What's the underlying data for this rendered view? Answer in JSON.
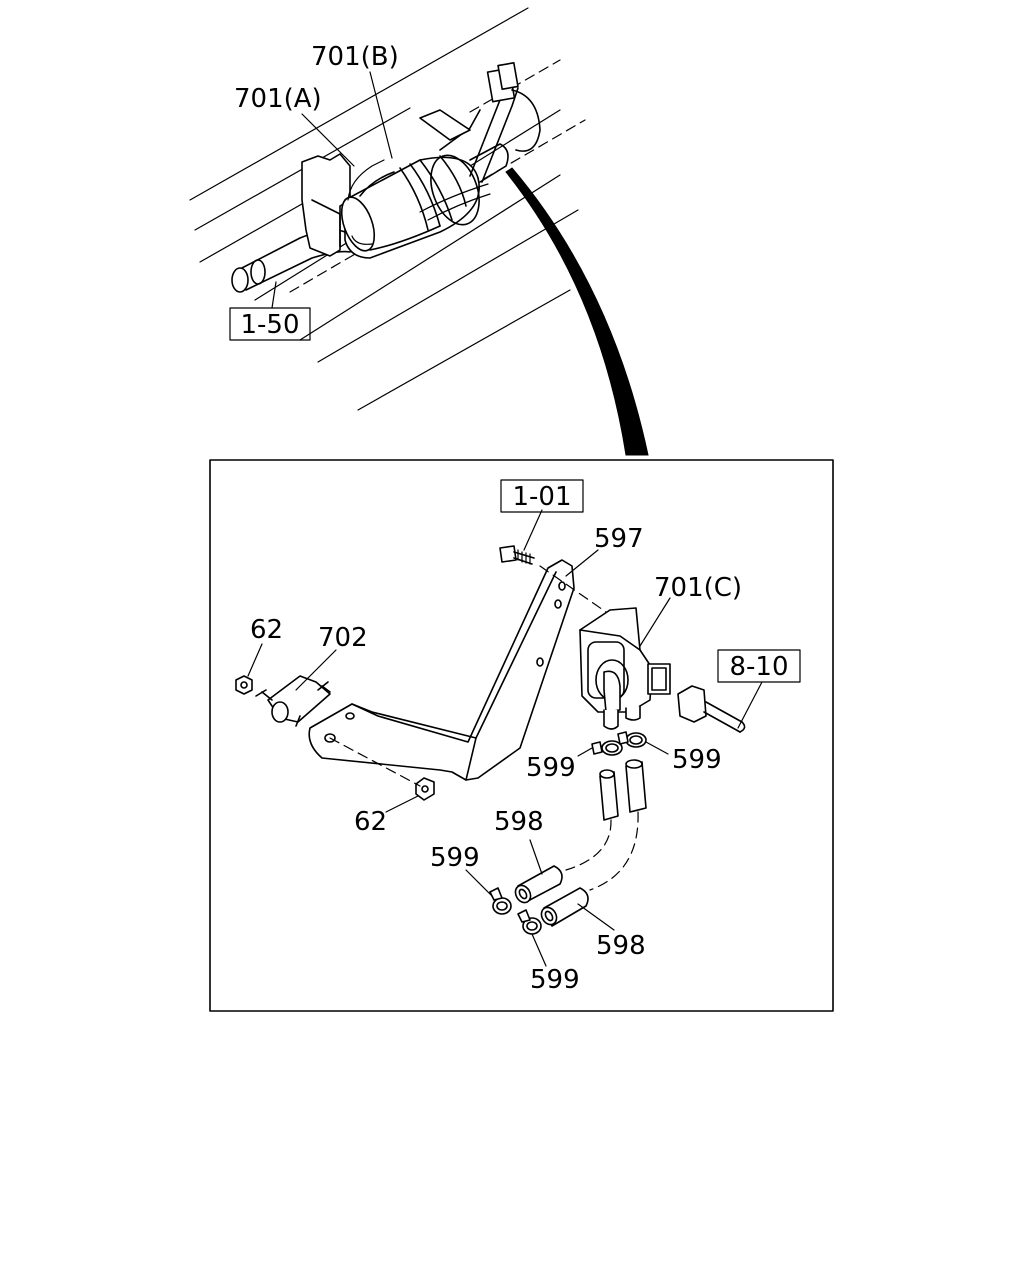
{
  "callouts": {
    "ref_1_50": "1-50",
    "ref_701a": "701(A)",
    "ref_701b": "701(B)",
    "ref_1_01": "1-01",
    "ref_597": "597",
    "ref_701c": "701(C)",
    "ref_8_10": "8-10",
    "ref_62_top": "62",
    "ref_702": "702",
    "ref_62_bottom": "62",
    "ref_599_a": "599",
    "ref_599_b": "599",
    "ref_598_a": "598",
    "ref_599_c": "599",
    "ref_598_b": "598",
    "ref_599_d": "599"
  }
}
